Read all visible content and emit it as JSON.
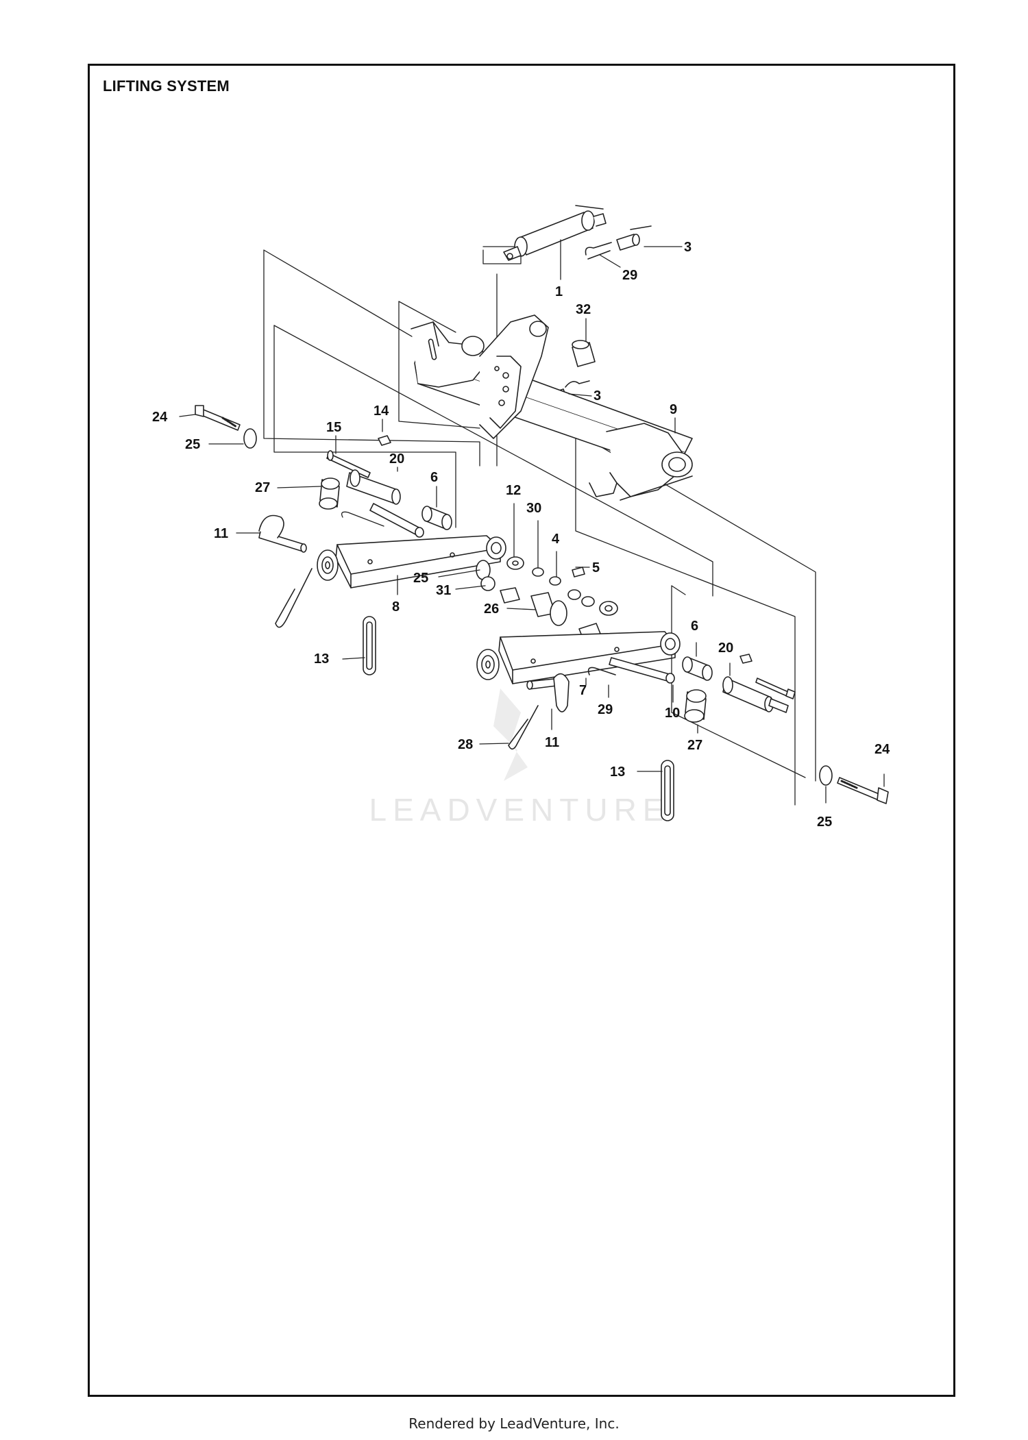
{
  "title": "LIFTING SYSTEM",
  "watermark": "LEADVENTURE",
  "footer": "Rendered by LeadVenture, Inc.",
  "callouts": [
    {
      "id": "c1",
      "text": "3"
    },
    {
      "id": "c2",
      "text": "29"
    },
    {
      "id": "c3",
      "text": "1"
    },
    {
      "id": "c4",
      "text": "32"
    },
    {
      "id": "c5",
      "text": "3"
    },
    {
      "id": "c6",
      "text": "9"
    },
    {
      "id": "c7",
      "text": "24"
    },
    {
      "id": "c8",
      "text": "25"
    },
    {
      "id": "c9",
      "text": "14"
    },
    {
      "id": "c10",
      "text": "15"
    },
    {
      "id": "c11",
      "text": "20"
    },
    {
      "id": "c12",
      "text": "6"
    },
    {
      "id": "c13",
      "text": "27"
    },
    {
      "id": "c14",
      "text": "11"
    },
    {
      "id": "c15",
      "text": "12"
    },
    {
      "id": "c16",
      "text": "30"
    },
    {
      "id": "c17",
      "text": "4"
    },
    {
      "id": "c18",
      "text": "5"
    },
    {
      "id": "c19",
      "text": "25"
    },
    {
      "id": "c20",
      "text": "31"
    },
    {
      "id": "c21",
      "text": "8"
    },
    {
      "id": "c22",
      "text": "26"
    },
    {
      "id": "c23",
      "text": "13"
    },
    {
      "id": "c24",
      "text": "6"
    },
    {
      "id": "c25",
      "text": "20"
    },
    {
      "id": "c26",
      "text": "7"
    },
    {
      "id": "c27",
      "text": "29"
    },
    {
      "id": "c28",
      "text": "10"
    },
    {
      "id": "c29",
      "text": "27"
    },
    {
      "id": "c30",
      "text": "28"
    },
    {
      "id": "c31",
      "text": "11"
    },
    {
      "id": "c32",
      "text": "13"
    },
    {
      "id": "c33",
      "text": "24"
    },
    {
      "id": "c34",
      "text": "25"
    }
  ]
}
